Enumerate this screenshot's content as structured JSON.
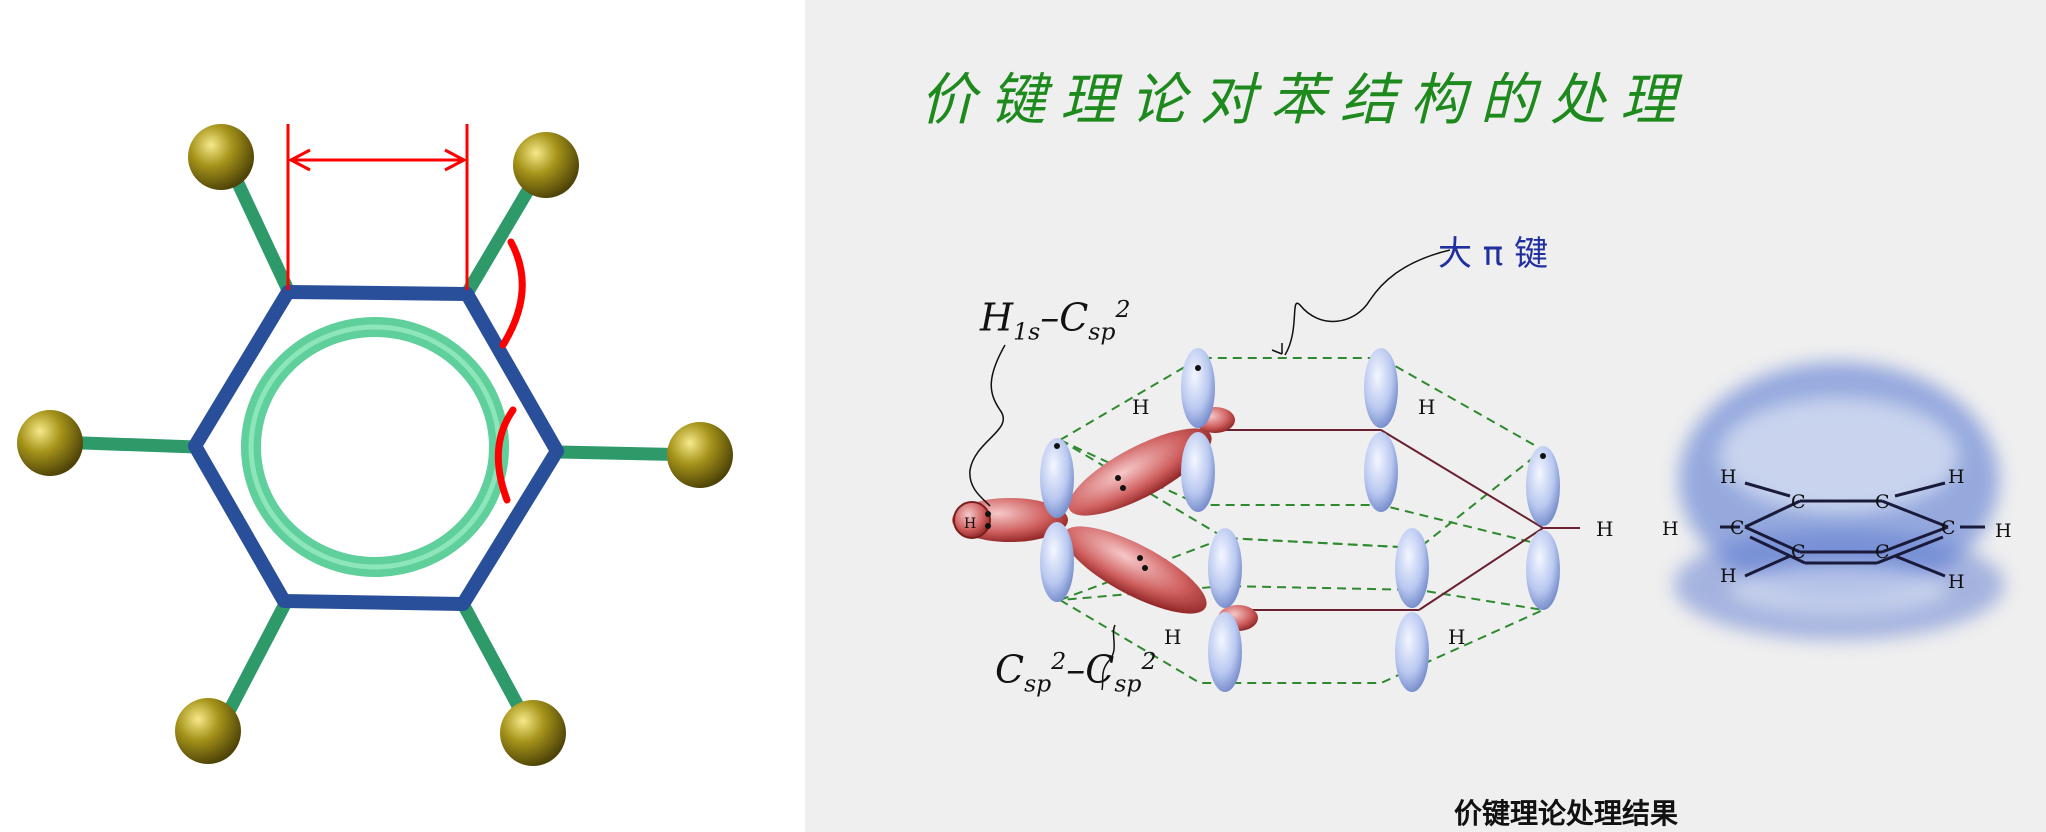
{
  "title": "价键理论对苯结构的处理",
  "pi_bond_label": "大 π 键",
  "hybrid_label": {
    "H": "H",
    "H_sub": "1s",
    "dash": "–",
    "C": "C",
    "C_sub": "sp",
    "C_sup": "2"
  },
  "sigma_label": {
    "C1": "C",
    "C1_sub": "sp",
    "C1_sup": "2",
    "dash": "–",
    "C2": "C",
    "C2_sub": "sp",
    "C2_sup": "2"
  },
  "atom_symbols": {
    "H": "H",
    "C": "C"
  },
  "caption": "价键理论处理结果",
  "colors": {
    "title": "#1e8a1e",
    "ring_bond": "#2a4f9a",
    "ch_bond": "#2e9a6a",
    "h_atom": "#a6941a",
    "pi_ring": "#5fcf9c",
    "measure": "#ff0000",
    "p_orbital": "#b9c8f0",
    "sp2_orbital": "#d06060",
    "pi_label": "#1f2fa0",
    "cloud": "#4e6fd0"
  }
}
